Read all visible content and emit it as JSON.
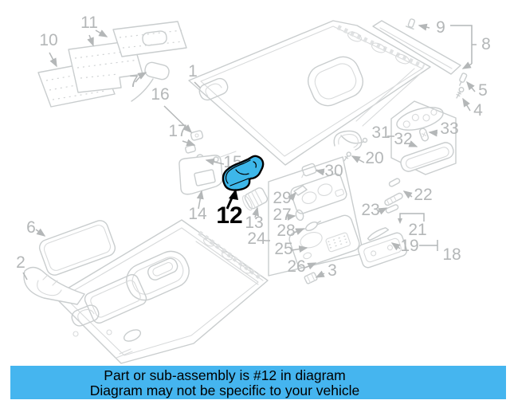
{
  "banner": {
    "line1": "Part or sub-assembly is #12 in diagram",
    "line2": "Diagram may not be specific to your vehicle",
    "background_color": "#45B5EF",
    "text_color": "#000000"
  },
  "diagram": {
    "description": "Exploded parts diagram of vehicle headliner and roof interior trim",
    "highlighted_part": "12",
    "line_color": "#C9CDCE",
    "label_color": "#B4B7B8",
    "highlight_fill": "#3DB7EA",
    "highlight_outline": "#000000",
    "callouts": [
      {
        "label": "1"
      },
      {
        "label": "2"
      },
      {
        "label": "3"
      },
      {
        "label": "4"
      },
      {
        "label": "5"
      },
      {
        "label": "6"
      },
      {
        "label": "7"
      },
      {
        "label": "8"
      },
      {
        "label": "9"
      },
      {
        "label": "10"
      },
      {
        "label": "11"
      },
      {
        "label": "12"
      },
      {
        "label": "13"
      },
      {
        "label": "14"
      },
      {
        "label": "15"
      },
      {
        "label": "16"
      },
      {
        "label": "17"
      },
      {
        "label": "18"
      },
      {
        "label": "19"
      },
      {
        "label": "20"
      },
      {
        "label": "21"
      },
      {
        "label": "22"
      },
      {
        "label": "23"
      },
      {
        "label": "24"
      },
      {
        "label": "25"
      },
      {
        "label": "26"
      },
      {
        "label": "27"
      },
      {
        "label": "28"
      },
      {
        "label": "29"
      },
      {
        "label": "30"
      },
      {
        "label": "31"
      },
      {
        "label": "32"
      },
      {
        "label": "33"
      }
    ]
  }
}
